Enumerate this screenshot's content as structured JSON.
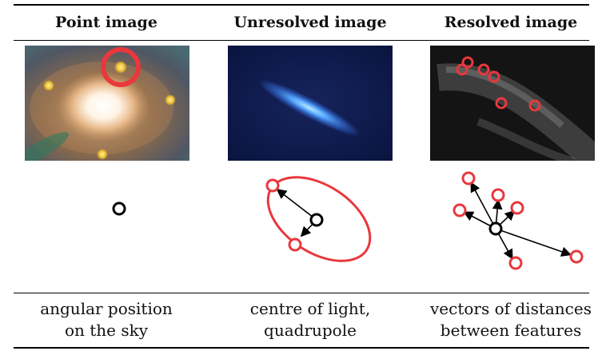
{
  "columns": [
    {
      "heading": "Point image",
      "caption_line1": "angular position",
      "caption_line2": "on the sky"
    },
    {
      "heading": "Unresolved image",
      "caption_line1": "centre of light,",
      "caption_line2": "quadrupole"
    },
    {
      "heading": "Resolved image",
      "caption_line1": "vectors of distances",
      "caption_line2": "between features"
    }
  ],
  "colors": {
    "marker_red": "#e8383d",
    "marker_black": "#000000",
    "galaxy_core": "#fff6e8",
    "arc_blue": "#3f8cff",
    "sky_dark_blue": "#0d1a47"
  },
  "icons": {
    "point_marker": "black-open-circle",
    "feature_marker": "red-open-circle",
    "vector_arrow": "black-arrow"
  }
}
